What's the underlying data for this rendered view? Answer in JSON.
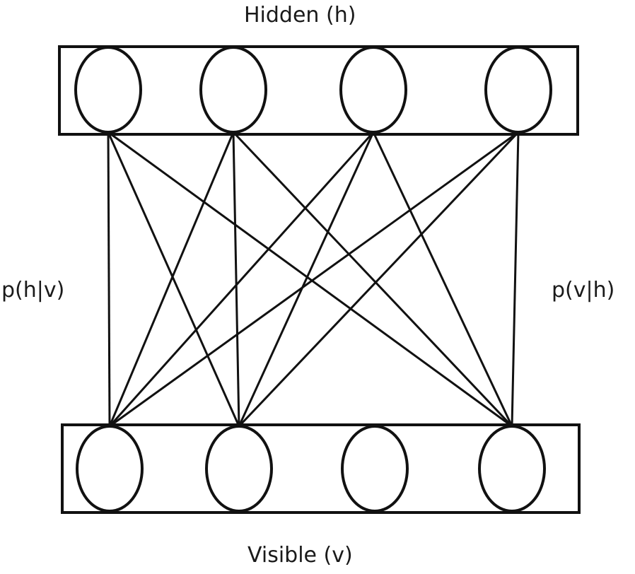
{
  "labels": {
    "hidden": "Hidden (h)",
    "visible": "Visible (v)",
    "p_h_given_v": "p(h|v)",
    "p_v_given_h": "p(v|h)"
  },
  "hidden_units": 4,
  "visible_units": 4,
  "connections": [
    [
      0,
      0
    ],
    [
      0,
      1
    ],
    [
      0,
      3
    ],
    [
      1,
      0
    ],
    [
      1,
      1
    ],
    [
      1,
      3
    ],
    [
      2,
      0
    ],
    [
      2,
      1
    ],
    [
      2,
      3
    ],
    [
      3,
      0
    ],
    [
      3,
      1
    ],
    [
      3,
      3
    ]
  ],
  "colors": {
    "stroke": "#111111",
    "background": "#ffffff"
  }
}
